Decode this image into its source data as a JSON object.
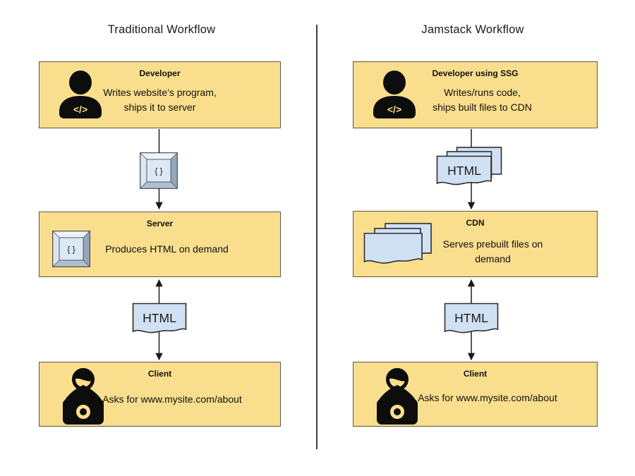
{
  "diagram": {
    "left": {
      "title": "Traditional Workflow",
      "developer": {
        "header": "Developer",
        "body1": "Writes website’s program,",
        "body2": "ships it to server",
        "icon_glyph": "</>"
      },
      "key_label": "{ }",
      "server": {
        "header": "Server",
        "body1": "Produces HTML on demand",
        "key_label": "{ }"
      },
      "doc_label": "HTML",
      "client": {
        "header": "Client",
        "body1": "Asks for www.mysite.com/about"
      }
    },
    "right": {
      "title": "Jamstack Workflow",
      "developer": {
        "header": "Developer using SSG",
        "body1": "Writes/runs code,",
        "body2": "ships built files to CDN",
        "icon_glyph": "</>"
      },
      "stack_label": "HTML",
      "cdn": {
        "header": "CDN",
        "body1": "Serves prebuilt files on",
        "body2": "demand"
      },
      "doc_label": "HTML",
      "client": {
        "header": "Client",
        "body1": "Asks for www.mysite.com/about"
      }
    },
    "icons": {
      "developer": "person-code-icon",
      "server": "code-key-icon",
      "cdn": "stacked-files-icon",
      "client": "person-laptop-icon",
      "html_doc": "document-icon",
      "html_stack": "stacked-documents-icon"
    },
    "colors": {
      "box_fill": "#F9DE8D",
      "box_border": "#5B5844",
      "doc_fill": "#D0E1F4",
      "doc_border": "#2E2E2E",
      "arrow": "#2B2B2B"
    }
  }
}
